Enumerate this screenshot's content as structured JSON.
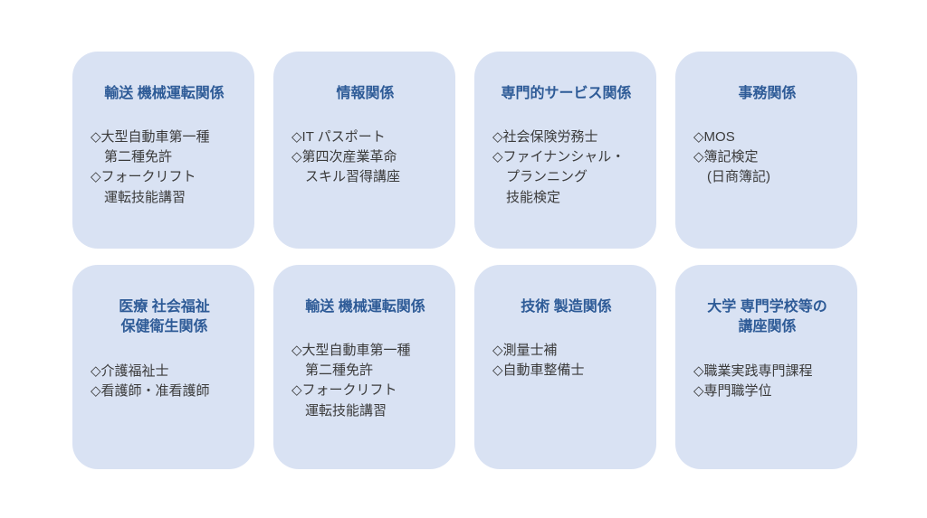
{
  "colors": {
    "card_background": "#d9e2f3",
    "title_text": "#2e5b97",
    "body_text": "#3b3b3b",
    "page_background": "#ffffff"
  },
  "cards": [
    {
      "title": "輸送 機械運転関係",
      "body": "◇大型自動車第一種\n　第二種免許\n◇フォークリフト\n　運転技能講習"
    },
    {
      "title": "情報関係",
      "body": "◇IT パスポート\n◇第四次産業革命\n　スキル習得講座"
    },
    {
      "title": "専門的サービス関係",
      "body": "◇社会保険労務士\n◇ファイナンシャル・\n　プランニング\n　技能検定"
    },
    {
      "title": "事務関係",
      "body": "◇MOS\n◇簿記検定\n　(日商簿記)"
    },
    {
      "title": "医療 社会福祉\n保健衛生関係",
      "body": "◇介護福祉士\n◇看護師・准看護師"
    },
    {
      "title": "輸送 機械運転関係",
      "body": "◇大型自動車第一種\n　第二種免許\n◇フォークリフト\n　運転技能講習"
    },
    {
      "title": "技術 製造関係",
      "body": "◇測量士補\n◇自動車整備士"
    },
    {
      "title": "大学 専門学校等の\n講座関係",
      "body": "◇職業実践専門課程\n◇専門職学位"
    }
  ]
}
